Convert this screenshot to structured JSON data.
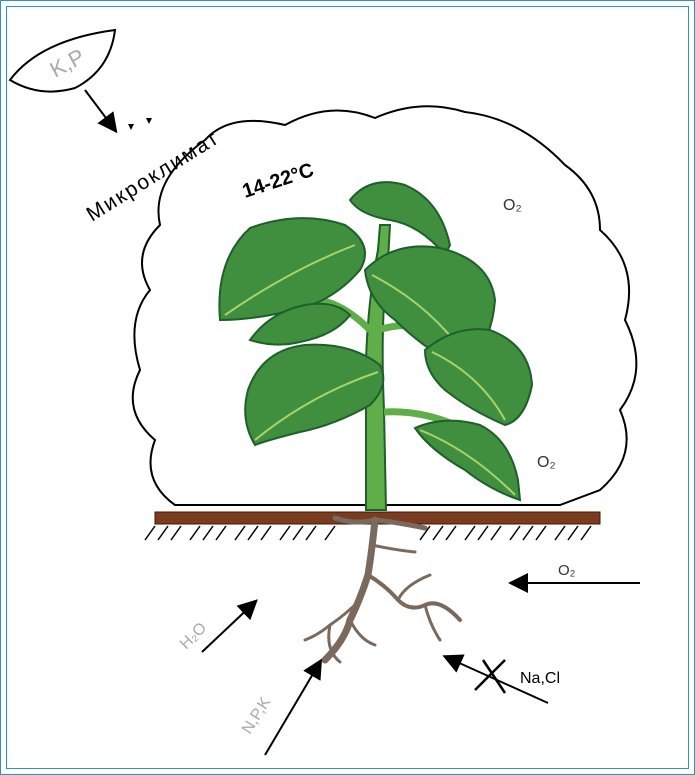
{
  "diagram": {
    "lamp_label": "K,P",
    "microclimate_label": "Микроклимат",
    "temperature_label": "14-22°C",
    "oxygen_air_1": "O₂",
    "oxygen_air_2": "O₂",
    "oxygen_soil": "O₂",
    "water_label": "H₂O",
    "nutrients_label": "N,P,K",
    "salt_label": "Na,Cl"
  },
  "colors": {
    "border": "#2f8fd6",
    "leaf": "#3f8f3f",
    "leaf_dark": "#1f5f2a",
    "stem": "#5fae4a",
    "soil": "#7a3b1e",
    "root": "#7a6a5e"
  }
}
